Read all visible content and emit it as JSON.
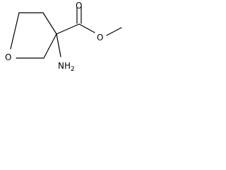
{
  "molecule": {
    "atoms": {
      "ring_oxygen": "O",
      "carbonyl_oxygen": "O",
      "ester_oxygen": "O",
      "amino": {
        "element": "NH",
        "subscript": "2"
      }
    }
  }
}
